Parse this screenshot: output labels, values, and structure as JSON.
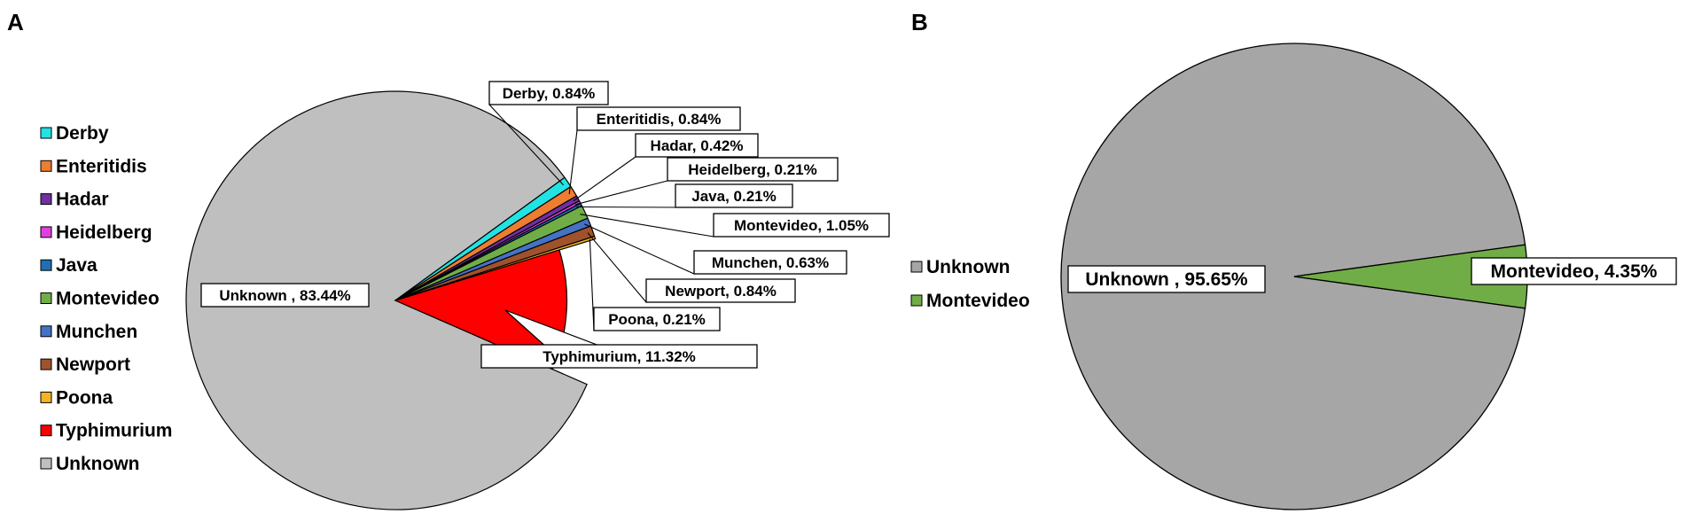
{
  "panels": [
    {
      "letter": "A",
      "chart_data": {
        "type": "pie",
        "legend_position": "left",
        "slices": [
          {
            "name": "Derby",
            "value": 0.84,
            "label": "Derby, 0.84%",
            "color": "#22e3e3"
          },
          {
            "name": "Enteritidis",
            "value": 0.84,
            "label": "Enteritidis, 0.84%",
            "color": "#ed7d31"
          },
          {
            "name": "Hadar",
            "value": 0.42,
            "label": "Hadar, 0.42%",
            "color": "#7030a0"
          },
          {
            "name": "Heidelberg",
            "value": 0.21,
            "label": "Heidelberg, 0.21%",
            "color": "#e040e0"
          },
          {
            "name": "Java",
            "value": 0.21,
            "label": "Java, 0.21%",
            "color": "#1f6fb4"
          },
          {
            "name": "Montevideo",
            "value": 1.05,
            "label": "Montevideo, 1.05%",
            "color": "#70ad47"
          },
          {
            "name": "Munchen",
            "value": 0.63,
            "label": "Munchen, 0.63%",
            "color": "#4472c4"
          },
          {
            "name": "Newport",
            "value": 0.84,
            "label": "Newport, 0.84%",
            "color": "#a0522d"
          },
          {
            "name": "Poona",
            "value": 0.21,
            "label": "Poona, 0.21%",
            "color": "#f5b323"
          },
          {
            "name": "Typhimurium",
            "value": 11.32,
            "label": "Typhimurium, 11.32%",
            "color": "#ff0000"
          },
          {
            "name": "Unknown",
            "value": 83.44,
            "label": "Unknown , 83.44%",
            "color": "#bfbfbf"
          }
        ]
      }
    },
    {
      "letter": "B",
      "chart_data": {
        "type": "pie",
        "legend_position": "left",
        "slices": [
          {
            "name": "Unknown",
            "value": 95.65,
            "label": "Unknown , 95.65%",
            "color": "#a6a6a6"
          },
          {
            "name": "Montevideo",
            "value": 4.35,
            "label": "Montevideo, 4.35%",
            "color": "#70ad47"
          }
        ]
      }
    }
  ]
}
